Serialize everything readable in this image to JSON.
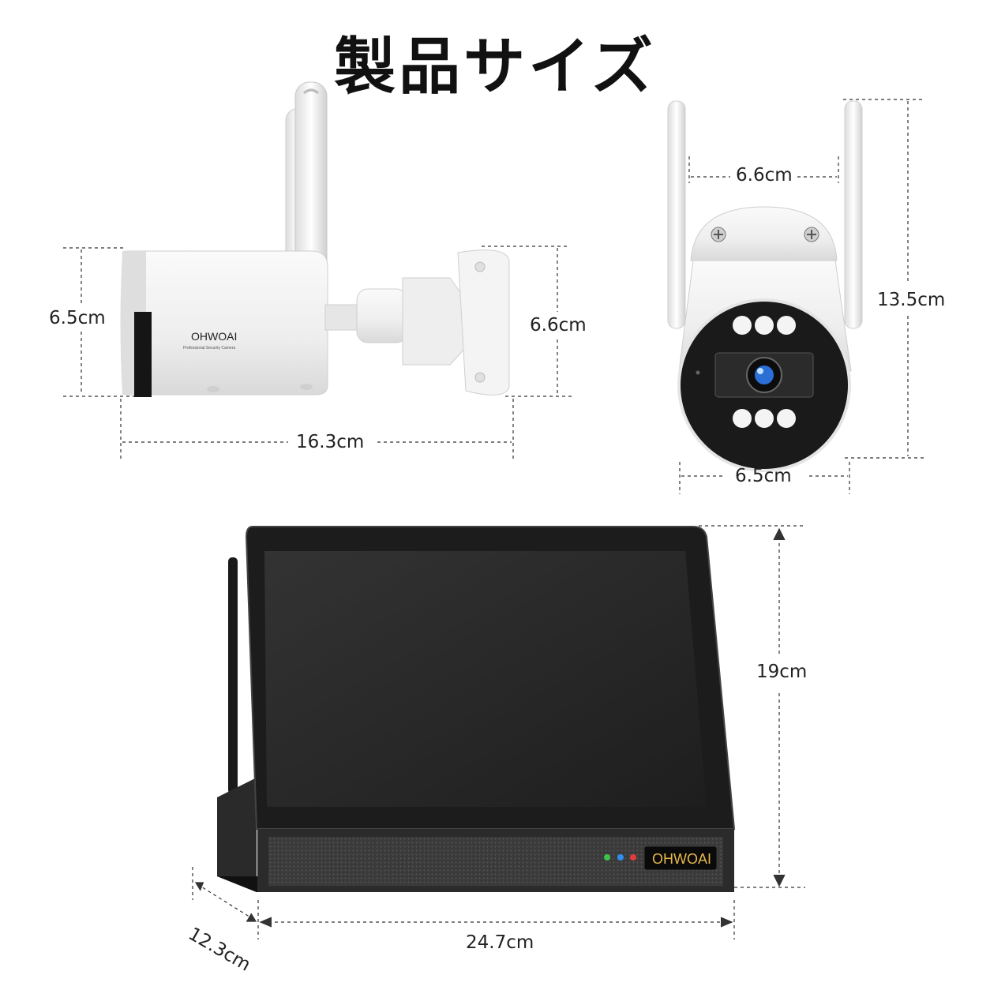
{
  "title": "製品サイズ",
  "bullet_camera": {
    "brand": "OHWOAI",
    "tagline": "Professional Security Camera",
    "height_label": "6.5cm",
    "mount_label": "6.6cm",
    "length_label": "16.3cm"
  },
  "front_camera": {
    "top_width_label": "6.6cm",
    "height_label": "13.5cm",
    "bottom_width_label": "6.5cm"
  },
  "monitor": {
    "brand": "OHWOAI",
    "height_label": "19cm",
    "width_label": "24.7cm",
    "depth_label": "12.3cm"
  },
  "colors": {
    "camera_body": "#f2f2f2",
    "monitor_body": "#1c1c1c",
    "screen": "#2a2a2a",
    "brand_gold": "#e8b84a",
    "led_green": "#3ec34a",
    "led_blue": "#2f8ff0",
    "led_red": "#e23b3b"
  }
}
